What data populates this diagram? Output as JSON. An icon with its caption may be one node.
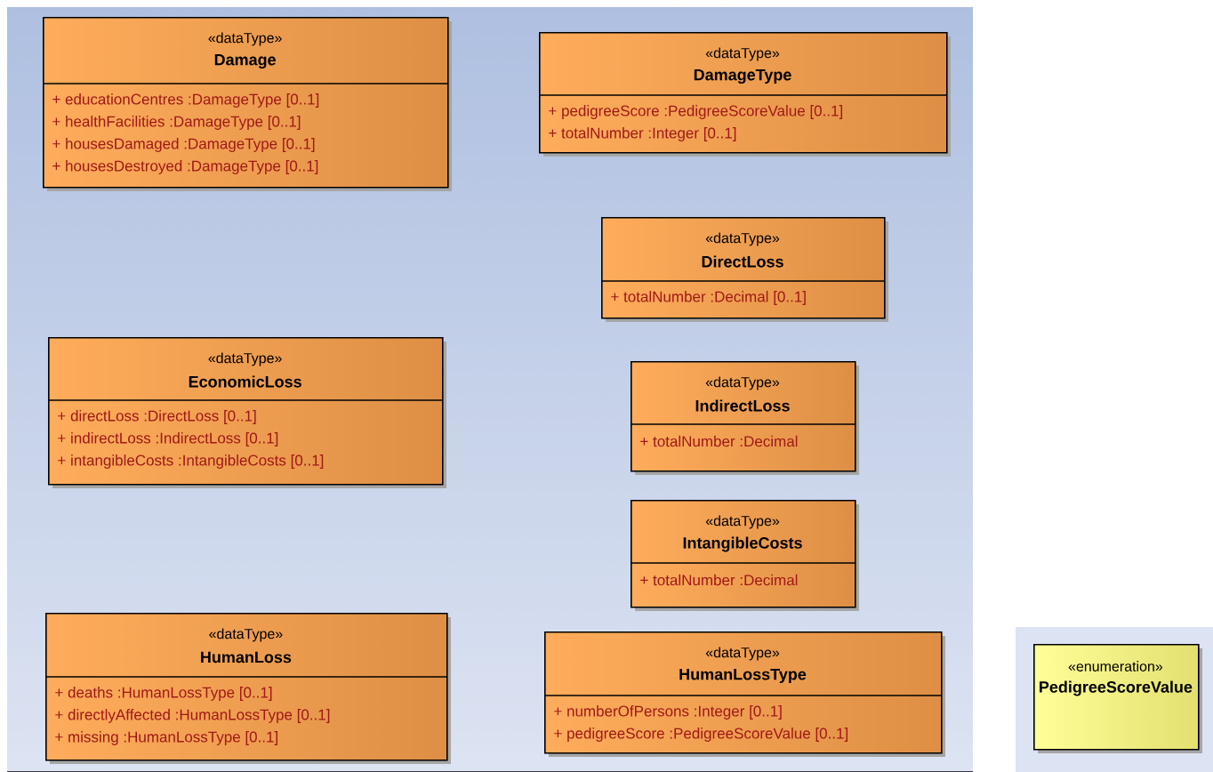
{
  "diagram": {
    "nodes": [
      {
        "text": [
          "«dataType»",
          "Damage",
          "+ educationCentres :DamageType [0..1]",
          "+ healthFacilities :DamageType [0..1]",
          "+ housesDamaged :DamageType [0..1]",
          "+ housesDestroyed :DamageType [0..1]"
        ]
      },
      {
        "text": [
          "«dataType»",
          "DamageType",
          "+ pedigreeScore :PedigreeScoreValue [0..1]",
          "+ totalNumber :Integer [0..1]"
        ]
      },
      {
        "text": [
          "«dataType»",
          "DirectLoss",
          "+ totalNumber :Decimal [0..1]"
        ]
      },
      {
        "text": [
          "«dataType»",
          "EconomicLoss",
          "+ directLoss :DirectLoss [0..1]",
          "+ indirectLoss :IndirectLoss [0..1]",
          "+ intangibleCosts :IntangibleCosts [0..1]"
        ]
      },
      {
        "text": [
          "«dataType»",
          "IndirectLoss",
          "+ totalNumber :Decimal"
        ]
      },
      {
        "text": [
          "«dataType»",
          "IntangibleCosts",
          "+ totalNumber :Decimal"
        ]
      },
      {
        "text": [
          "«dataType»",
          "HumanLoss",
          "+ deaths :HumanLossType [0..1]",
          "+ directlyAffected :HumanLossType [0..1]",
          "+ missing :HumanLossType [0..1]"
        ]
      },
      {
        "text": [
          "«dataType»",
          "HumanLossType",
          "+ numberOfPersons :Integer [0..1]",
          "+ pedigreeScore :PedigreeScoreValue [0..1]"
        ]
      },
      {
        "text": [
          "«enumeration»",
          "PedigreeScoreValue"
        ]
      }
    ]
  }
}
